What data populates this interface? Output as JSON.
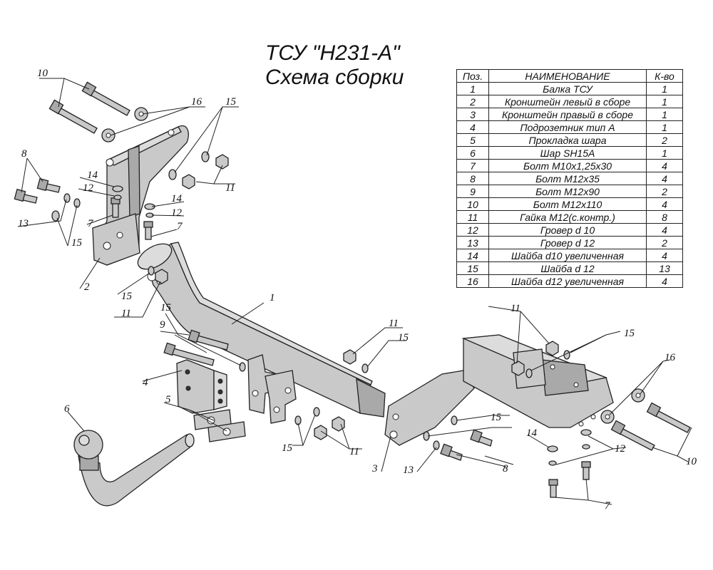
{
  "title": {
    "line1": "ТСУ \"H231-A\"",
    "line2": "Схема сборки"
  },
  "table": {
    "headers": {
      "pos": "Поз.",
      "name": "НАИМЕНОВАНИЕ",
      "qty": "К-во"
    },
    "rows": [
      {
        "pos": "1",
        "name": "Балка ТСУ",
        "qty": "1"
      },
      {
        "pos": "2",
        "name": "Кронштейн левый в сборе",
        "qty": "1"
      },
      {
        "pos": "3",
        "name": "Кронштейн правый в сборе",
        "qty": "1"
      },
      {
        "pos": "4",
        "name": "Подрозетник тип А",
        "qty": "1"
      },
      {
        "pos": "5",
        "name": "Прокладка шара",
        "qty": "2"
      },
      {
        "pos": "6",
        "name": "Шар SH15A",
        "qty": "1"
      },
      {
        "pos": "7",
        "name": "Болт М10х1,25х30",
        "qty": "4"
      },
      {
        "pos": "8",
        "name": "Болт М12х35",
        "qty": "4"
      },
      {
        "pos": "9",
        "name": "Болт М12х90",
        "qty": "2"
      },
      {
        "pos": "10",
        "name": "Болт М12х110",
        "qty": "4"
      },
      {
        "pos": "11",
        "name": "Гайка М12(с.контр.)",
        "qty": "8"
      },
      {
        "pos": "12",
        "name": "Гровер d 10",
        "qty": "4"
      },
      {
        "pos": "13",
        "name": "Гровер d 12",
        "qty": "2"
      },
      {
        "pos": "14",
        "name": "Шайба d10 увеличенная",
        "qty": "4"
      },
      {
        "pos": "15",
        "name": "Шайба d 12",
        "qty": "13"
      },
      {
        "pos": "16",
        "name": "Шайба d12 увеличенная",
        "qty": "4"
      }
    ]
  },
  "callouts": {
    "c1": "1",
    "c2": "2",
    "c3": "3",
    "c4": "4",
    "c5": "5",
    "c6": "6",
    "c7a": "7",
    "c7b": "7",
    "c7c": "7",
    "c8a": "8",
    "c8b": "8",
    "c9": "9",
    "c10a": "10",
    "c10b": "10",
    "c11a": "11",
    "c11b": "11",
    "c11c": "11",
    "c11d": "11",
    "c11e": "11",
    "c12a": "12",
    "c12b": "12",
    "c12c": "12",
    "c13a": "13",
    "c13b": "13",
    "c14a": "14",
    "c14b": "14",
    "c14c": "14",
    "c15a": "15",
    "c15b": "15",
    "c15c": "15",
    "c15d": "15",
    "c15e": "15",
    "c15f": "15",
    "c15g": "15",
    "c16a": "16",
    "c16b": "16"
  }
}
